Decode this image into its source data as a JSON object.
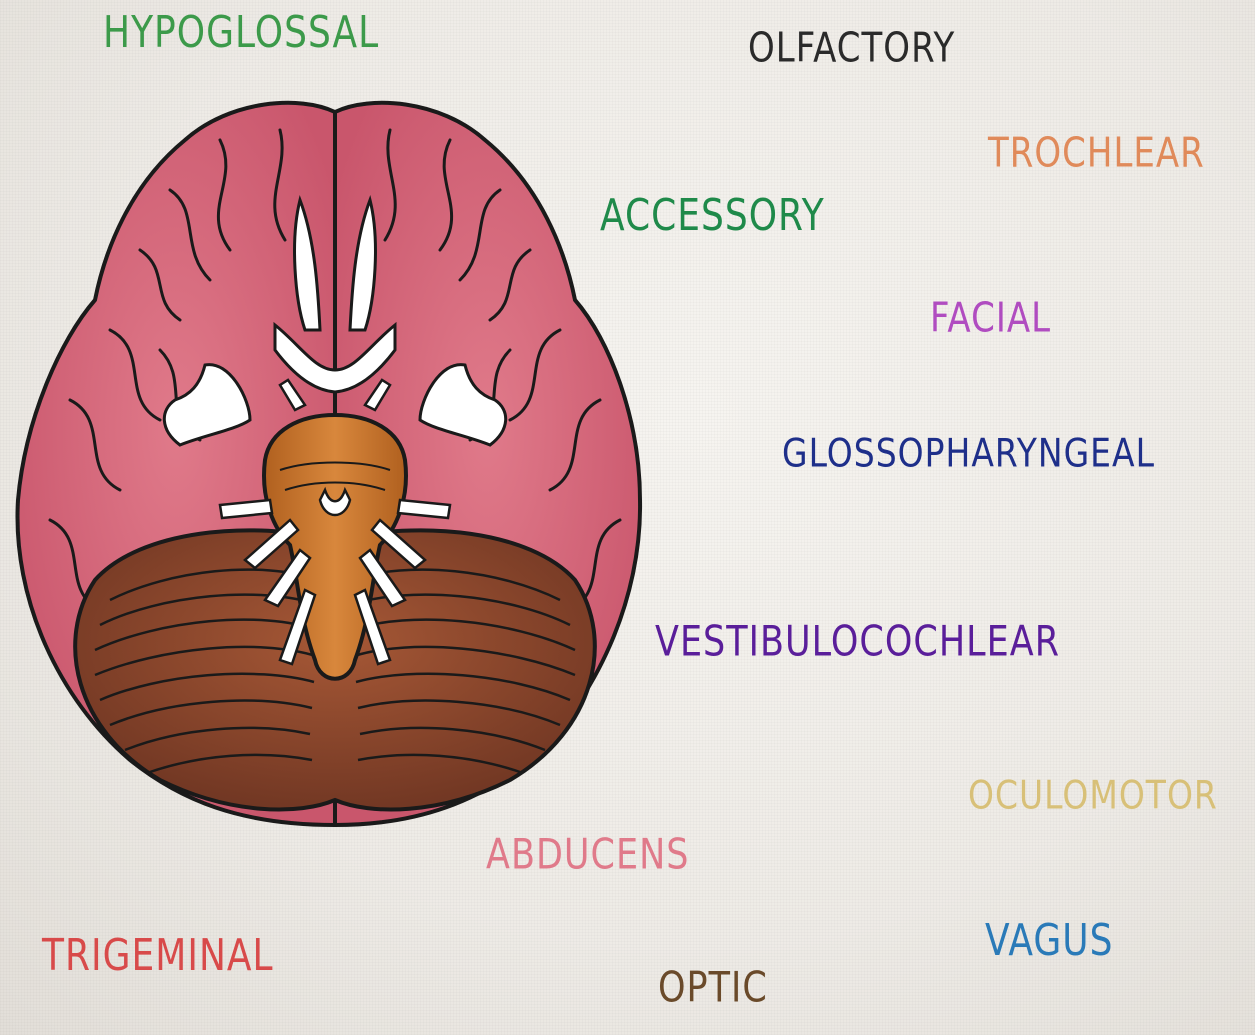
{
  "labels": {
    "hypoglossal": {
      "text": "HYPOGLOSSAL",
      "color": "#3c9a4a"
    },
    "olfactory": {
      "text": "OLFACTORY",
      "color": "#2a2a2a"
    },
    "trochlear": {
      "text": "TROCHLEAR",
      "color": "#e08a5a"
    },
    "accessory": {
      "text": "ACCESSORY",
      "color": "#1f8a4a"
    },
    "facial": {
      "text": "FACIAL",
      "color": "#b04cc0"
    },
    "glossopharyngeal": {
      "text": "GLOSSOPHARYNGEAL",
      "color": "#1e2f8a"
    },
    "vestibulocochlear": {
      "text": "VESTIBULOCOCHLEAR",
      "color": "#5a1e9a"
    },
    "oculomotor": {
      "text": "OCULOMOTOR",
      "color": "#d8c078"
    },
    "abducens": {
      "text": "ABDUCENS",
      "color": "#e07a8a"
    },
    "trigeminal": {
      "text": "TRIGEMINAL",
      "color": "#d84a4a"
    },
    "vagus": {
      "text": "VAGUS",
      "color": "#2a7ab8"
    },
    "optic": {
      "text": "OPTIC",
      "color": "#6a4a2a"
    }
  },
  "colors": {
    "cerebrum": "#d9677a",
    "cerebrum_shade": "#c9566c",
    "brainstem": "#c9742e",
    "cerebellum": "#8e4a2c",
    "nerves": "#ffffff",
    "outline": "#1a1a1a"
  }
}
